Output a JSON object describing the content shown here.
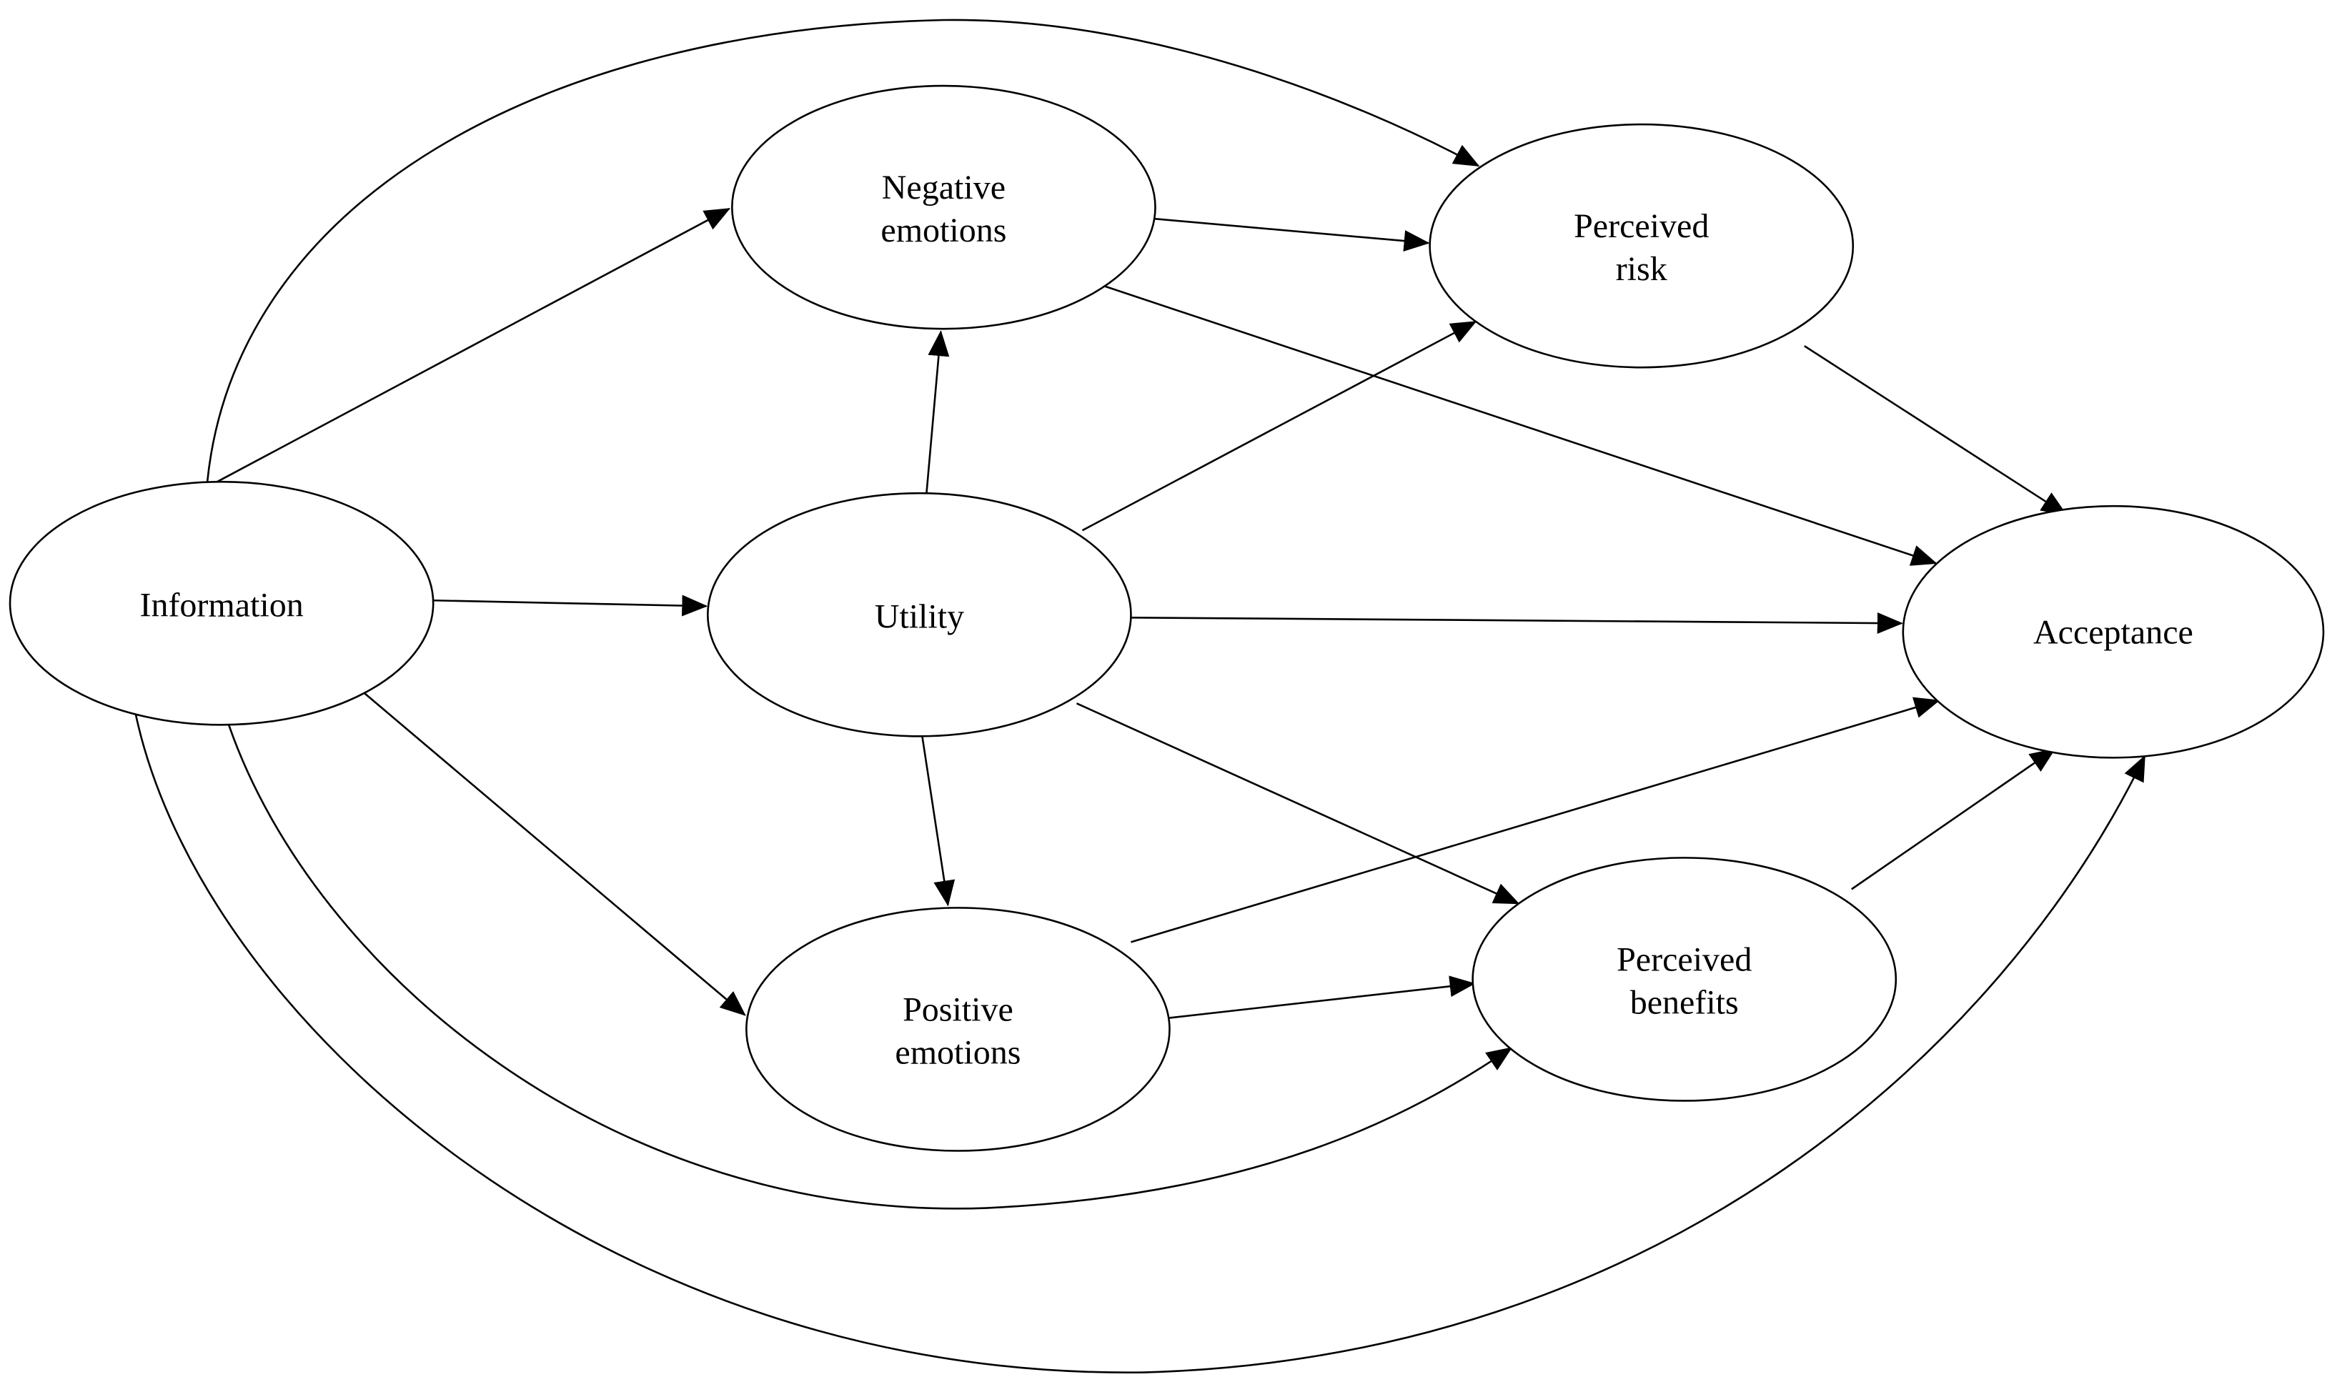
{
  "diagram": {
    "type": "path-model",
    "background_color": "#ffffff",
    "stroke_color": "#000000",
    "node_fill_color": "#ffffff",
    "text_color": "#000000",
    "nodes": [
      {
        "id": "information",
        "lines": [
          "Information",
          ""
        ]
      },
      {
        "id": "negative-emotions",
        "lines": [
          "Negative",
          "emotions"
        ]
      },
      {
        "id": "utility",
        "lines": [
          "Utility",
          ""
        ]
      },
      {
        "id": "positive-emotions",
        "lines": [
          "Positive",
          "emotions"
        ]
      },
      {
        "id": "perceived-risk",
        "lines": [
          "Perceived",
          "risk"
        ]
      },
      {
        "id": "perceived-benefits",
        "lines": [
          "Perceived",
          "benefits"
        ]
      },
      {
        "id": "acceptance",
        "lines": [
          "Acceptance",
          ""
        ]
      }
    ],
    "edges": [
      {
        "from": "Information",
        "to": "Negative emotions",
        "shape": "straight"
      },
      {
        "from": "Information",
        "to": "Utility",
        "shape": "straight"
      },
      {
        "from": "Information",
        "to": "Positive emotions",
        "shape": "straight"
      },
      {
        "from": "Information",
        "to": "Perceived risk",
        "shape": "curved-over-top"
      },
      {
        "from": "Information",
        "to": "Perceived benefits",
        "shape": "curved-under-bottom"
      },
      {
        "from": "Information",
        "to": "Acceptance",
        "shape": "curved-under-bottom"
      },
      {
        "from": "Utility",
        "to": "Negative emotions",
        "shape": "straight"
      },
      {
        "from": "Utility",
        "to": "Positive emotions",
        "shape": "straight"
      },
      {
        "from": "Utility",
        "to": "Perceived risk",
        "shape": "straight"
      },
      {
        "from": "Utility",
        "to": "Perceived benefits",
        "shape": "straight"
      },
      {
        "from": "Utility",
        "to": "Acceptance",
        "shape": "straight"
      },
      {
        "from": "Negative emotions",
        "to": "Perceived risk",
        "shape": "straight"
      },
      {
        "from": "Negative emotions",
        "to": "Acceptance",
        "shape": "straight"
      },
      {
        "from": "Positive emotions",
        "to": "Perceived benefits",
        "shape": "straight"
      },
      {
        "from": "Positive emotions",
        "to": "Acceptance",
        "shape": "straight"
      },
      {
        "from": "Perceived risk",
        "to": "Acceptance",
        "shape": "straight"
      },
      {
        "from": "Perceived benefits",
        "to": "Acceptance",
        "shape": "straight"
      }
    ]
  }
}
